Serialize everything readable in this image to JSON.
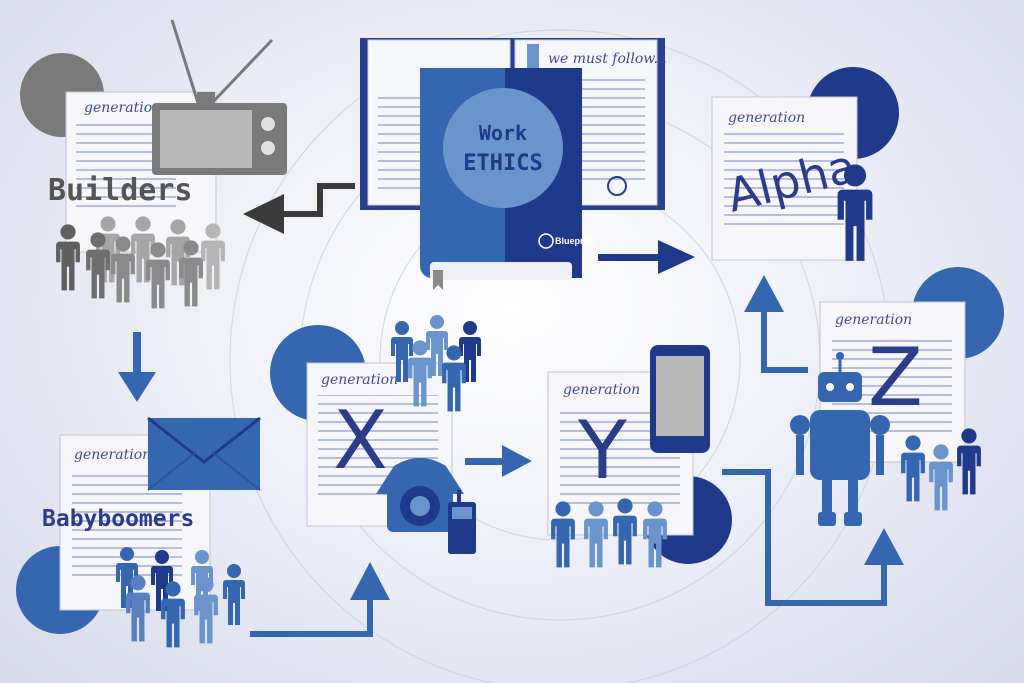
{
  "book": {
    "title_line1": "Work",
    "title_line2": "ETHICS",
    "note": "we must follow...",
    "brand": "Blueprint"
  },
  "generations": {
    "builders": {
      "header": "generation",
      "name": "Builders"
    },
    "babyboomers": {
      "header": "generation",
      "name": "Babyboomers"
    },
    "x": {
      "header": "generation",
      "letter": "X"
    },
    "y": {
      "header": "generation",
      "letter": "Y"
    },
    "z": {
      "header": "generation",
      "letter": "Z"
    },
    "alpha": {
      "header": "generation",
      "name": "Alpha"
    }
  },
  "colors": {
    "navy": "#1f3a8a",
    "blue": "#3567b0",
    "light_blue": "#6b93cc",
    "gray": "#7a7a7a",
    "light_gray": "#a6a6a6"
  }
}
